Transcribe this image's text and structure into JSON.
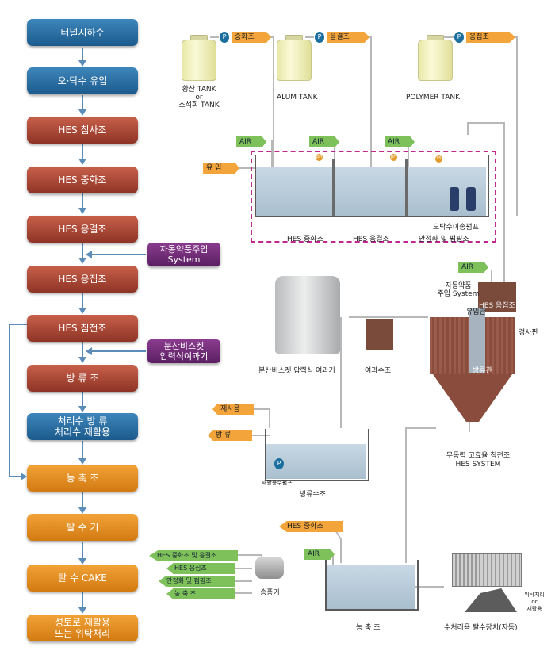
{
  "flow": [
    {
      "label": "터널지하수",
      "color": "blue"
    },
    {
      "label": "오·탁수 유입",
      "color": "blue"
    },
    {
      "label": "HES 침사조",
      "color": "red"
    },
    {
      "label": "HES 중화조",
      "color": "red"
    },
    {
      "label": "HES 응결조",
      "color": "red"
    },
    {
      "label": "HES 응집조",
      "color": "red"
    },
    {
      "label": "HES 침전조",
      "color": "red"
    },
    {
      "label": "방 류 조",
      "color": "red"
    },
    {
      "label": "처리수 방 류\n처리수 재활용",
      "color": "blue"
    },
    {
      "label": "농 축 조",
      "color": "orange"
    },
    {
      "label": "탈 수 기",
      "color": "orange"
    },
    {
      "label": "탈 수 CAKE",
      "color": "orange"
    },
    {
      "label": "성토로 재활용\n또는 위탁처리",
      "color": "orange"
    }
  ],
  "side_boxes": {
    "auto_dosing": "자동약품주입\nSystem",
    "filter": "분산비스켓\n압력식여과기"
  },
  "tanks": {
    "acid": {
      "line1": "황산 TANK",
      "line2": "or",
      "line3": "소석회 TANK",
      "tag": "중화조"
    },
    "alum": {
      "label": "ALUM TANK",
      "tag": "응결조"
    },
    "polymer": {
      "label": "POLYMER TANK",
      "tag": "응집조"
    }
  },
  "pump_letter": "P",
  "air": "AIR",
  "inflow_tag": "유 입",
  "ph_label": "pH",
  "ls_label": "LS",
  "basin_labels": {
    "neutral": "HES 중화조",
    "coag": "HES 응결조",
    "stable": "안정화 및 펌핑조",
    "pump_note": "오탁수이송펌프"
  },
  "settler": {
    "dosing": "자동약품\n주입 System",
    "floc_tag": "HES 응집조",
    "inlet": "유입관",
    "incline": "경사판",
    "outlet": "방류관",
    "title1": "무동력 고효율 침전조",
    "title2": "HES SYSTEM"
  },
  "filter_labels": {
    "filter": "분산비스켓 압력식 여과기",
    "filtrate": "여과수조"
  },
  "discharge": {
    "reuse_tag": "재사용",
    "discharge_tag": "방 류",
    "pump_note": "재활용수펌프",
    "title": "방류수조"
  },
  "thickener": {
    "tag": "HES 중화조",
    "title": "농 축 조"
  },
  "blower": {
    "tags": [
      "HES 중화조 및 응결조",
      "HES 응집조",
      "안정화 및 펌핑조",
      "농 축 조"
    ],
    "title": "송풍기"
  },
  "dewater": {
    "title": "수처리용 탈수장치(자동)",
    "note": "위탁처리\nor\n재활용"
  }
}
